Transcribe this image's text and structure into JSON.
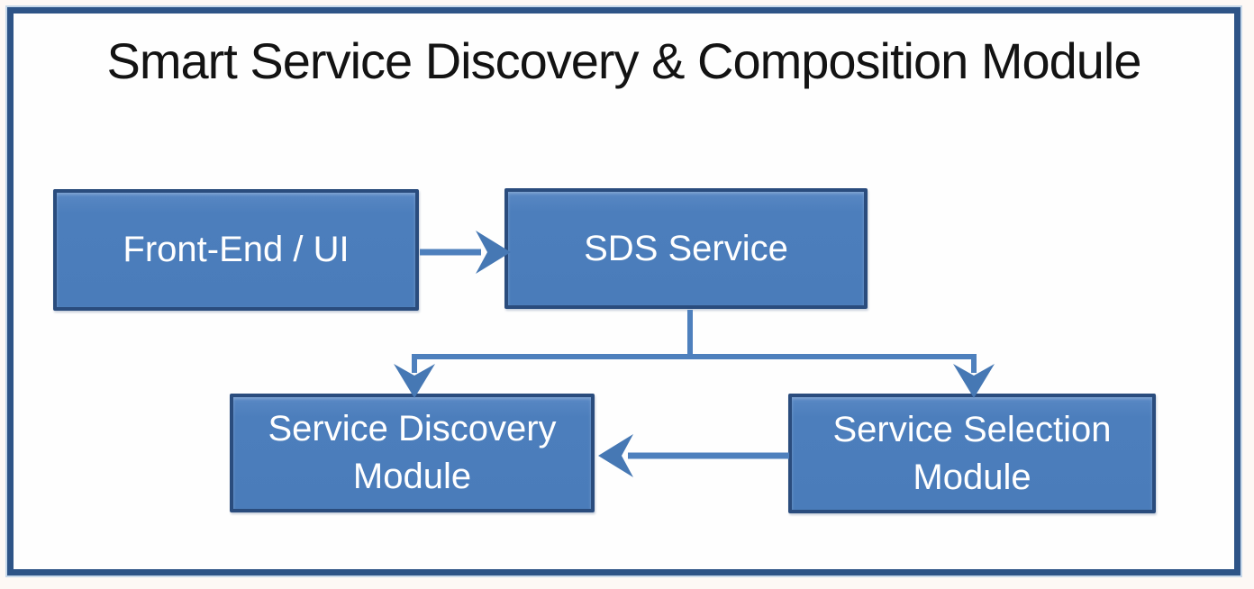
{
  "title": "Smart Service Discovery & Composition Module",
  "diagram": {
    "nodes": [
      {
        "id": "front-end-ui",
        "label": "Front-End / UI"
      },
      {
        "id": "sds-service",
        "label": "SDS Service"
      },
      {
        "id": "service-discovery",
        "label": "Service Discovery Module"
      },
      {
        "id": "service-selection",
        "label": "Service Selection Module"
      }
    ],
    "edges": [
      {
        "from": "front-end-ui",
        "to": "sds-service",
        "style": "arrow-right"
      },
      {
        "from": "sds-service",
        "to": "service-discovery",
        "style": "branch-down-arrow"
      },
      {
        "from": "sds-service",
        "to": "service-selection",
        "style": "branch-down-arrow"
      },
      {
        "from": "service-selection",
        "to": "service-discovery",
        "style": "arrow-left"
      }
    ]
  },
  "colors": {
    "node_fill": "#4a7cba",
    "node_border": "#2a4c7d",
    "frame_border": "#2e5487",
    "connector": "#4e80bd",
    "title_text": "#131313",
    "node_text": "#ffffff",
    "canvas_bg": "#fefefe",
    "page_bg": "#fdf8f5"
  }
}
